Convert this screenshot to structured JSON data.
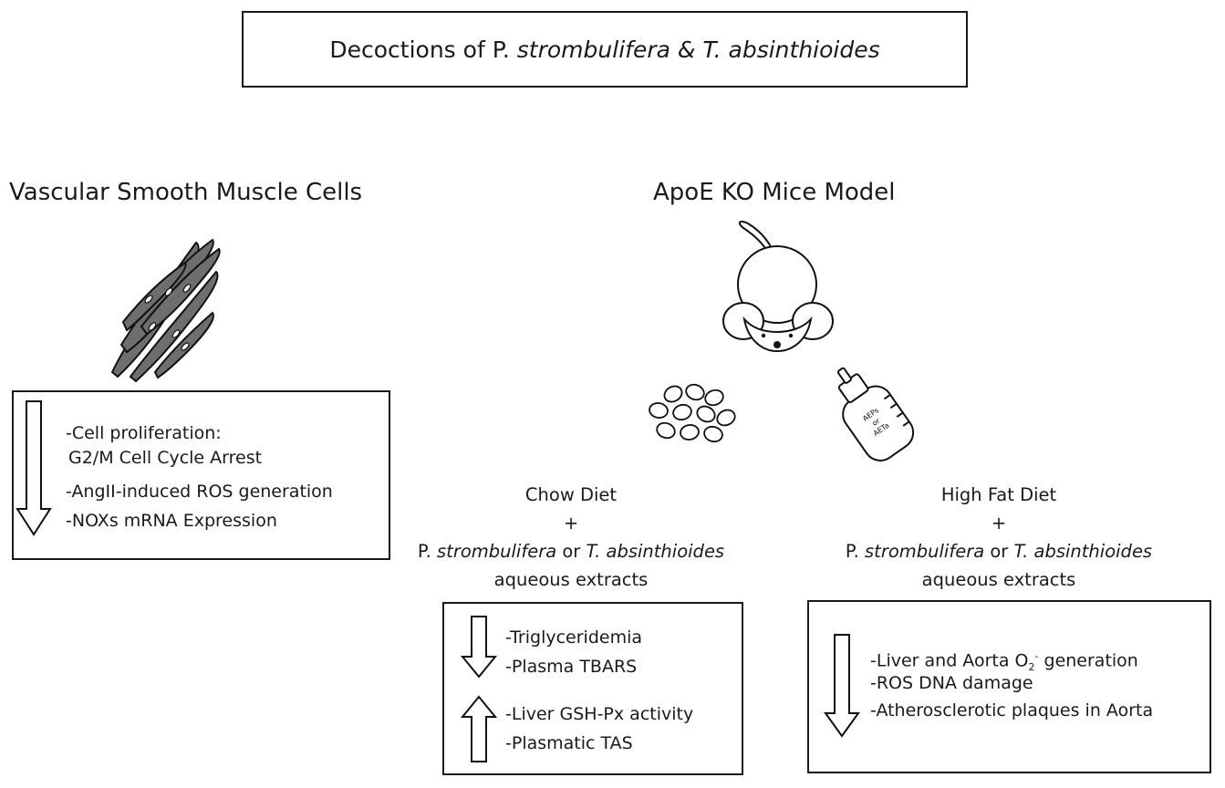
{
  "title": {
    "prefix": "Decoctions of P. ",
    "species_1": "strombulifera",
    "conjunction": " & ",
    "species_2": "T. absinthioides"
  },
  "vsmc": {
    "heading": "Vascular Smooth Muscle Cells",
    "effects_down": [
      "-Cell proliferation:",
      "G2/M Cell Cycle Arrest",
      "-AngII-induced ROS generation",
      "-NOXs mRNA Expression"
    ]
  },
  "mice": {
    "heading": "ApoE KO Mice Model",
    "bottle_label_1": "AEPs",
    "bottle_label_2": "or",
    "bottle_label_3": "AETa"
  },
  "chow": {
    "diet": "Chow Diet",
    "plus": "+",
    "extract_prefix": "P. ",
    "extract_species_1": "strombulifera",
    "extract_or": " or ",
    "extract_species_2": "T. absinthioides",
    "extract_suffix": "aqueous extracts",
    "effects_down": [
      "-Triglyceridemia",
      "-Plasma TBARS"
    ],
    "effects_up": [
      "-Liver GSH-Px activity",
      "-Plasmatic TAS"
    ]
  },
  "hfd": {
    "diet": "High Fat Diet",
    "plus": "+",
    "extract_prefix": "P. ",
    "extract_species_1": "strombulifera",
    "extract_or": " or ",
    "extract_species_2": "T. absinthioides",
    "extract_suffix": "aqueous extracts",
    "effect_1_prefix": "-Liver and Aorta O",
    "effect_1_sub": "2",
    "effect_1_sup": "-",
    "effect_1_suffix": "generation",
    "effect_2": "-ROS DNA damage",
    "effect_3": "-Atherosclerotic plaques in Aorta"
  }
}
